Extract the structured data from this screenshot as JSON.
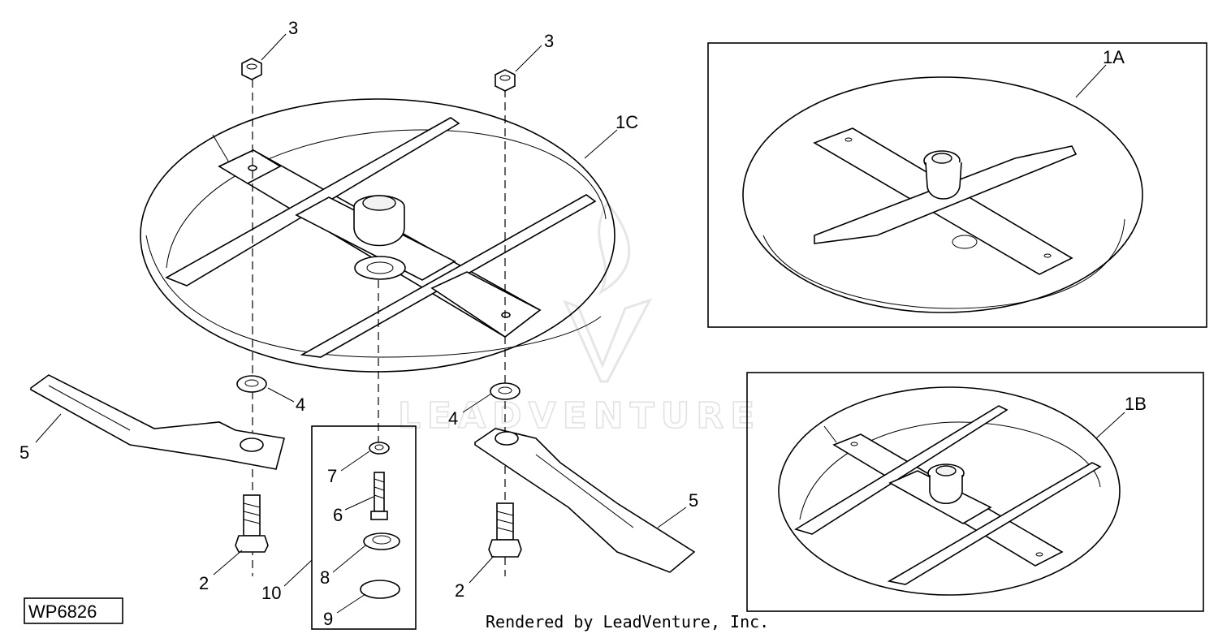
{
  "figure_id": "WP6826",
  "footer": "Rendered by LeadVenture, Inc.",
  "watermark": "LEADVENTURE",
  "callouts": {
    "nut_left": "3",
    "nut_right": "3",
    "deck_main": "1C",
    "deck_a": "1A",
    "deck_b": "1B",
    "washer_left": "4",
    "washer_right": "4",
    "blade_left": "5",
    "blade_right": "5",
    "bolt_left": "2",
    "bolt_right": "2",
    "kit": "10",
    "kit_washer": "7",
    "kit_bolt": "6",
    "kit_spacer": "8",
    "kit_ring": "9"
  }
}
